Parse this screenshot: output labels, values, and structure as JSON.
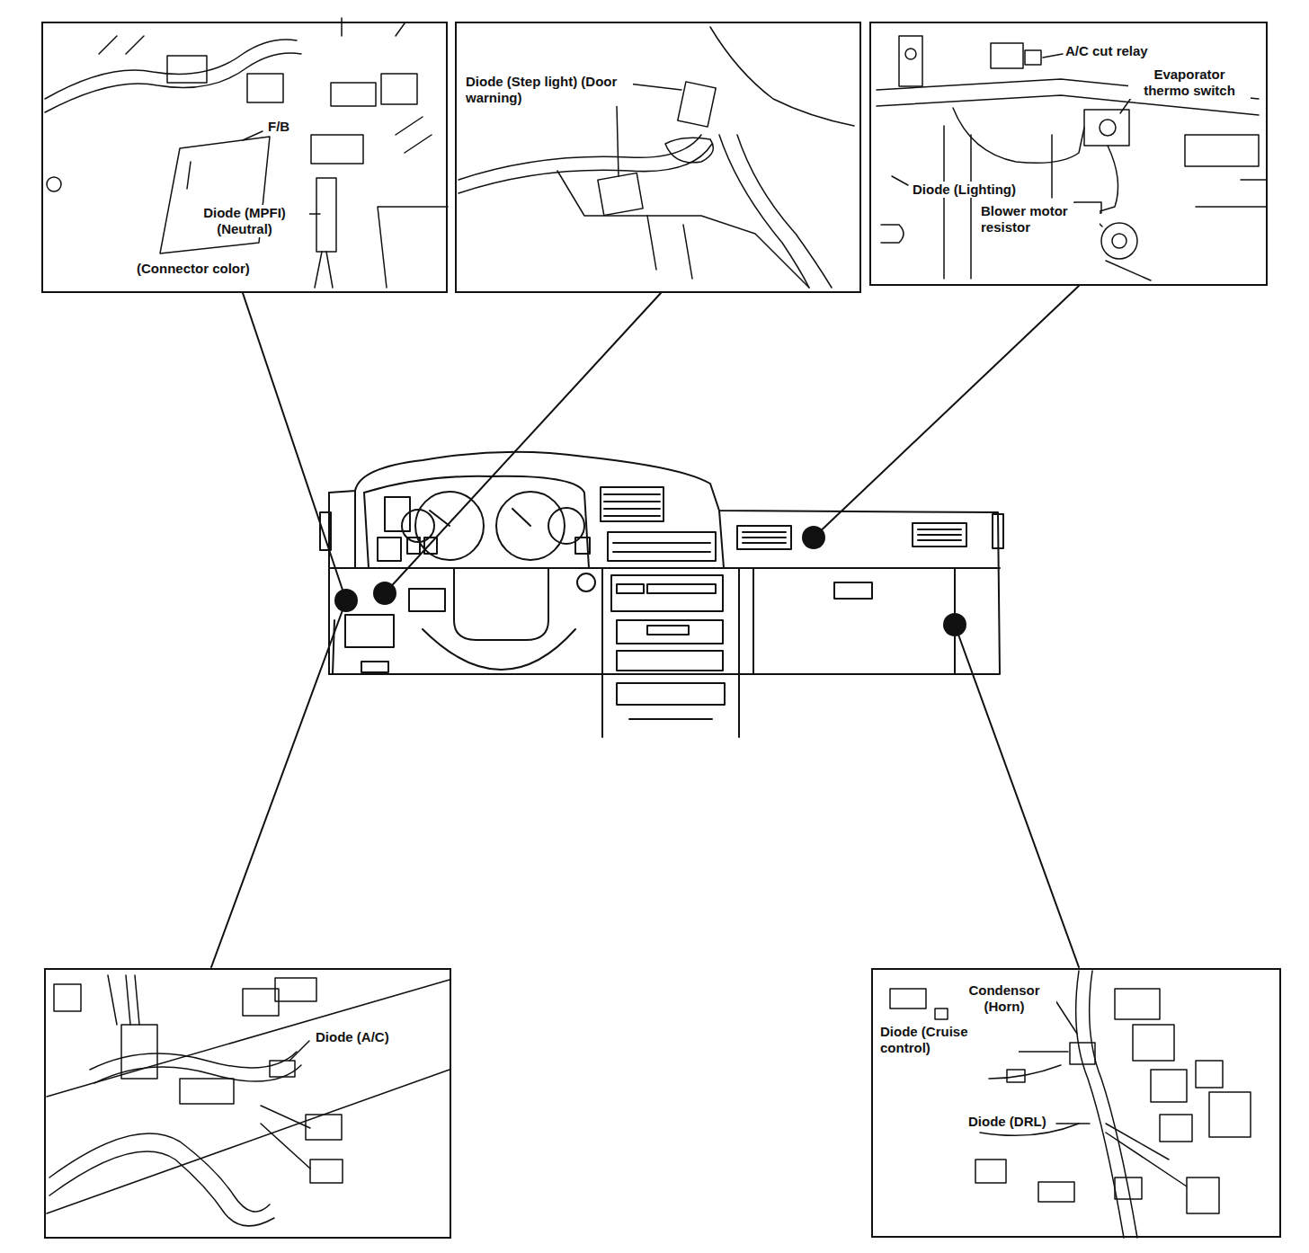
{
  "diagram": {
    "nodes": [
      {
        "text": [
          "F/B",
          "Diode (MPFI) (Neutral)",
          "(Connector color)"
        ]
      },
      {
        "text": [
          "Diode (Step light) (Door warning)"
        ]
      },
      {
        "text": [
          "A/C cut relay",
          "Evaporator thermo switch",
          "Diode (Lighting)",
          "Blower motor resistor"
        ]
      },
      {
        "text": [
          "Diode (A/C)"
        ]
      },
      {
        "text": [
          "Condensor (Horn)",
          "Diode (Cruise control)",
          "Diode (DRL)"
        ]
      }
    ]
  }
}
